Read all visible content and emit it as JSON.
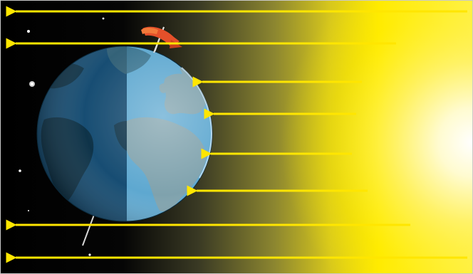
{
  "scene": {
    "subject": "earth-illuminated-by-sunlight",
    "elements": [
      "earth-globe",
      "sun-glow",
      "sunlight-ray-arrow",
      "axis-of-rotation",
      "rotation-direction-arrow",
      "star"
    ]
  },
  "colors": {
    "space": "#000000",
    "sun_core": "#ffffff",
    "sun_glow": "#ffee00",
    "sun_mid": "#c8c038",
    "ray": "#ffe600",
    "ocean_day": "#5ea8d0",
    "ocean_night": "#1d5f8d",
    "land_day": "#6d8f99",
    "land_night": "#123f59",
    "rotation_arrow": "#e4502a",
    "border": "#c9c9c9"
  },
  "rays": {
    "count": 8,
    "direction": "toward-left"
  }
}
